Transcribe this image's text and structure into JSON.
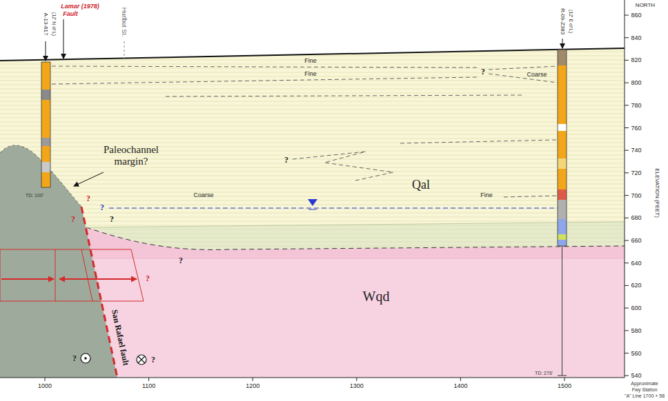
{
  "diagram": {
    "labels": [
      "A-13-617",
      "(12' N of L)",
      "Lamar (1978)",
      "Fault",
      "Hurlbut St.",
      "R-09-Z383",
      "(12' E of L)",
      "NORTH",
      "860",
      "840",
      "820",
      "800",
      "780",
      "760",
      "740",
      "720",
      "700",
      "680",
      "660",
      "640",
      "620",
      "600",
      "580",
      "560",
      "540",
      "ELEVATION (FEET)",
      "1000",
      "1100",
      "1200",
      "1300",
      "1400",
      "1500",
      "Approximate",
      "Fwy Station",
      "\"A\" Line 1700 + 58",
      "Fine",
      "Fine",
      "Coarse",
      "Paleochannel margin?",
      "Coarse",
      "Qal",
      "Fine",
      "TD: 100'",
      "TD: 276'",
      "San Rafael fault",
      "Wqd",
      "?",
      "?",
      "?",
      "?",
      "?",
      "?",
      "?",
      "?",
      "?",
      "?"
    ]
  }
}
